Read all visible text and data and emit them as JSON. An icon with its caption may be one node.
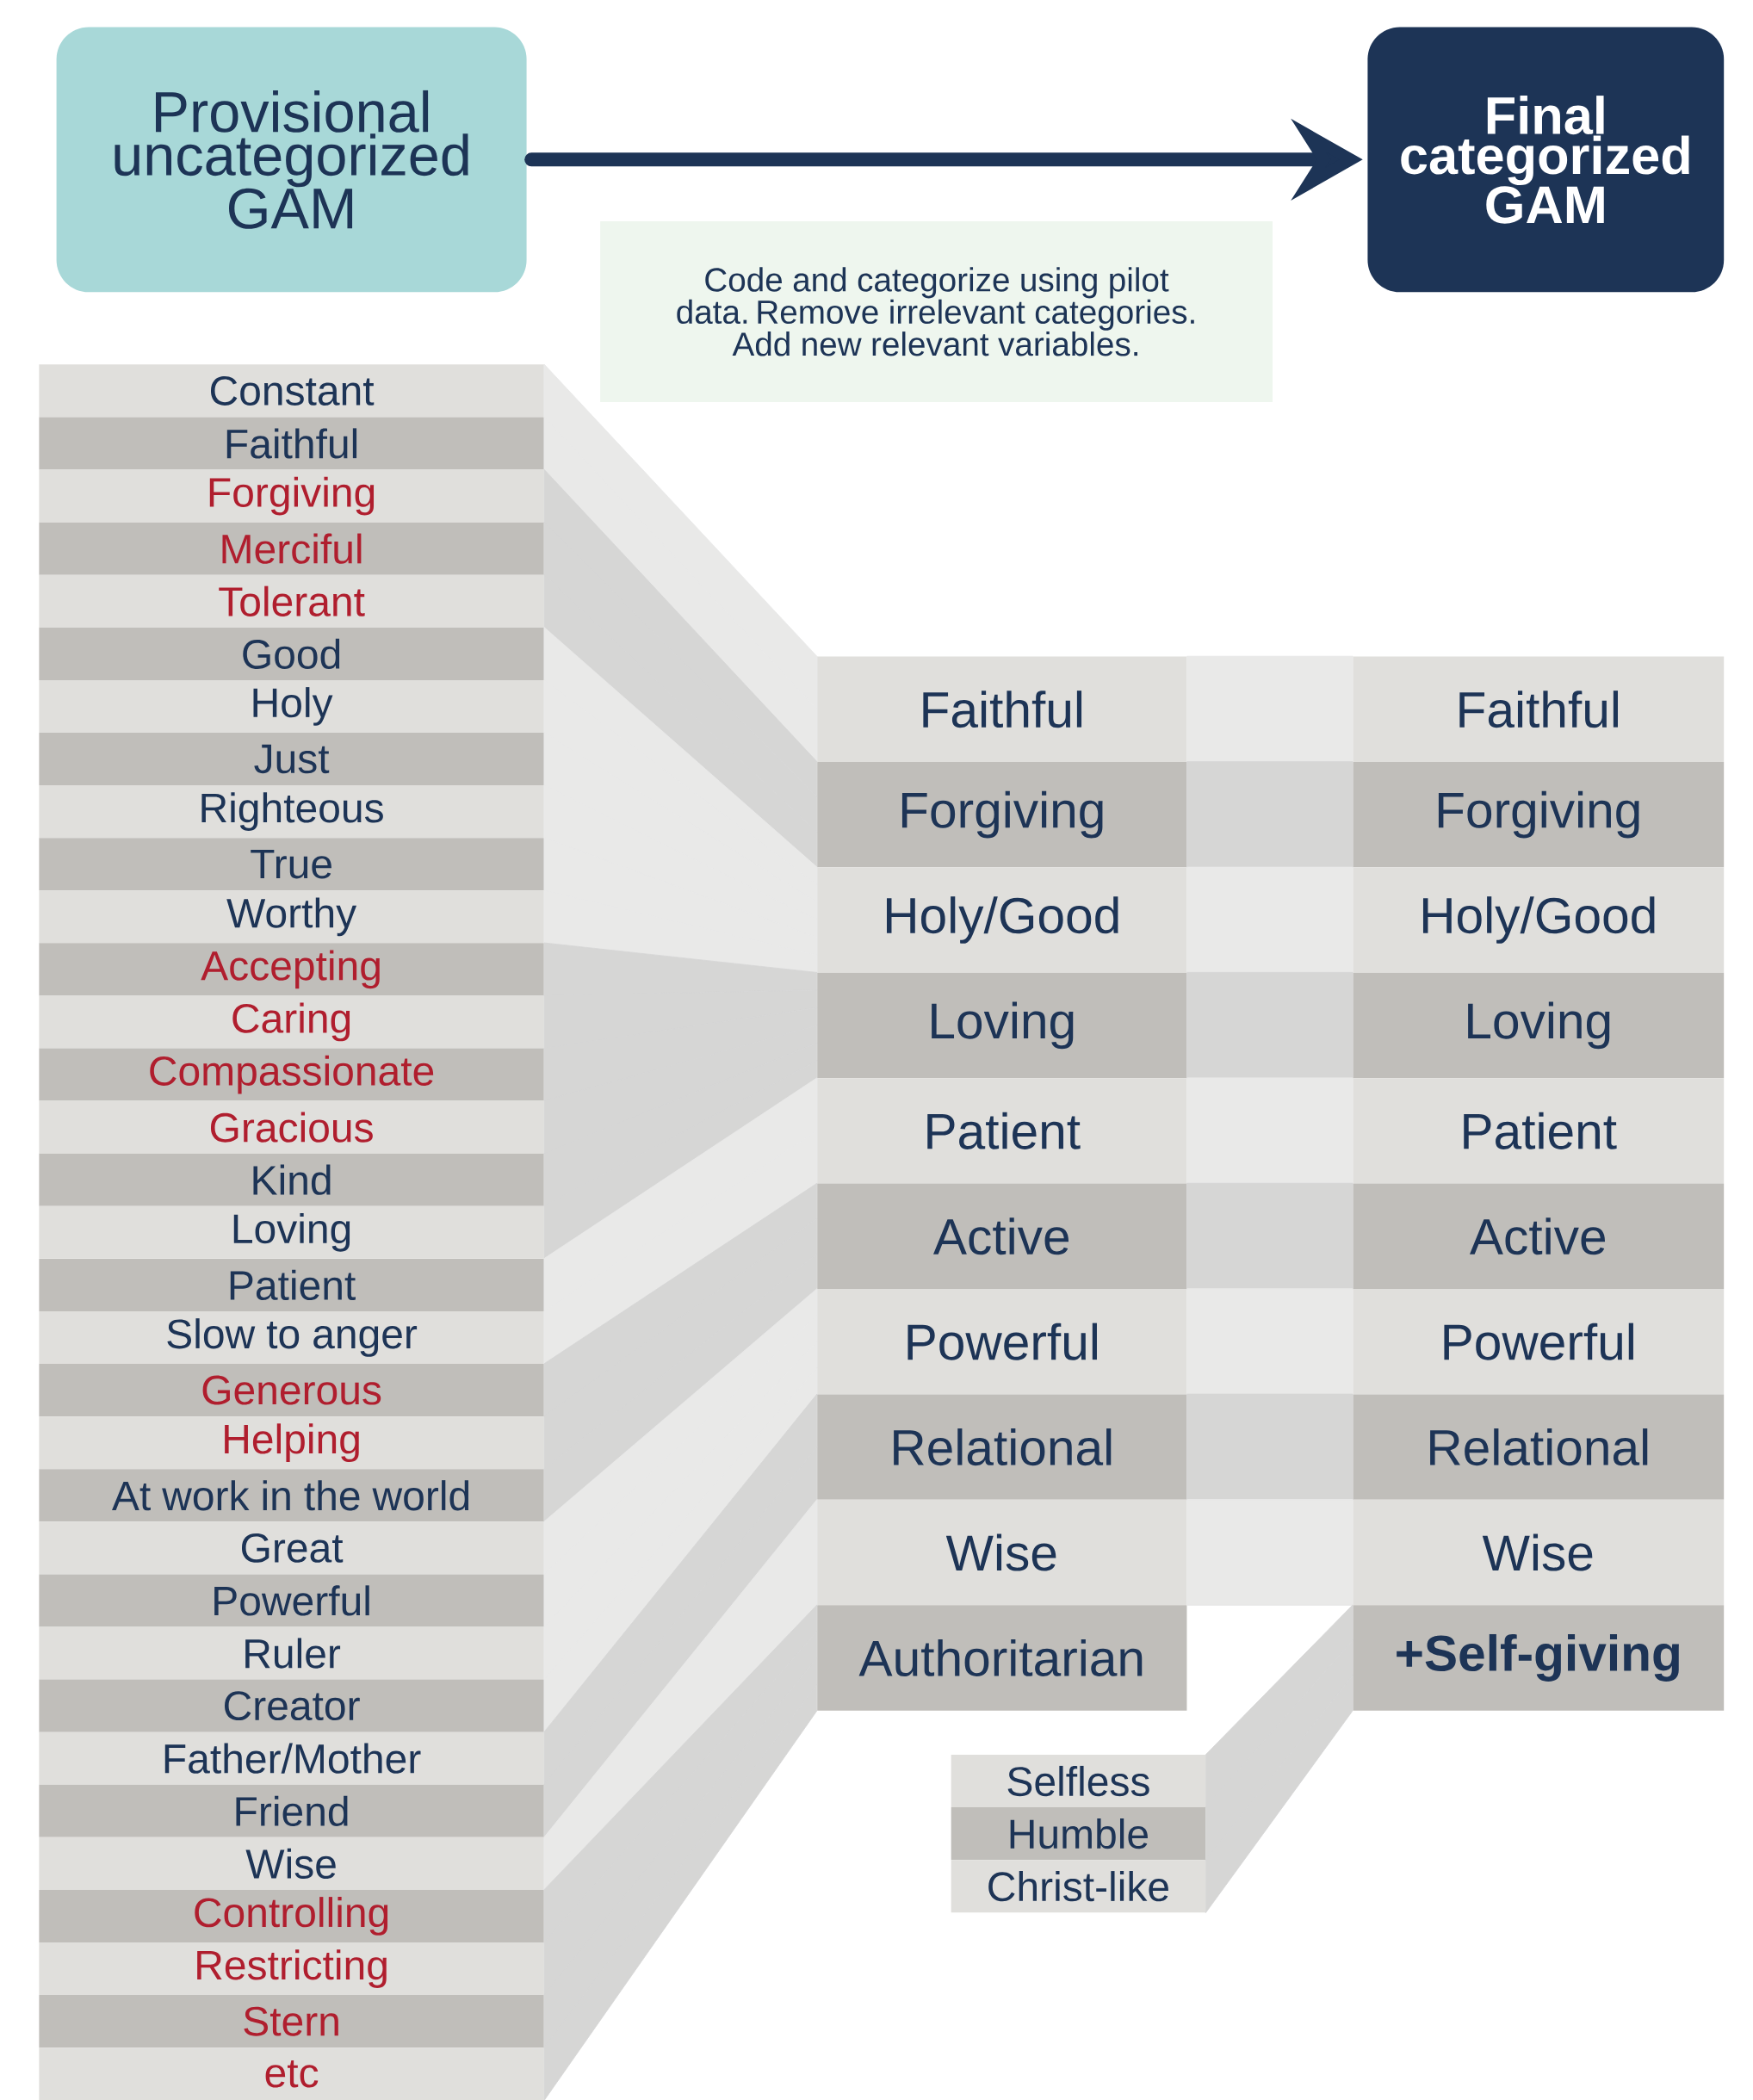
{
  "diagram": {
    "nodes": [
      {
        "text": [
          "Provisional uncategorized GAM"
        ]
      },
      {
        "text": [
          "Final categorized GAM"
        ]
      },
      {
        "text": [
          "Code and categorize using pilot data. Remove irrelevant categories. Add new relevant variables."
        ]
      },
      {
        "text": [
          "Constant"
        ]
      },
      {
        "text": [
          "Faithful"
        ]
      },
      {
        "text": [
          "Forgiving"
        ]
      },
      {
        "text": [
          "Merciful"
        ]
      },
      {
        "text": [
          "Tolerant"
        ]
      },
      {
        "text": [
          "Good"
        ]
      },
      {
        "text": [
          "Holy"
        ]
      },
      {
        "text": [
          "Just"
        ]
      },
      {
        "text": [
          "Righteous"
        ]
      },
      {
        "text": [
          "True"
        ]
      },
      {
        "text": [
          "Worthy"
        ]
      },
      {
        "text": [
          "Accepting"
        ]
      },
      {
        "text": [
          "Caring"
        ]
      },
      {
        "text": [
          "Compassionate"
        ]
      },
      {
        "text": [
          "Gracious"
        ]
      },
      {
        "text": [
          "Kind"
        ]
      },
      {
        "text": [
          "Loving"
        ]
      },
      {
        "text": [
          "Patient"
        ]
      },
      {
        "text": [
          "Slow to anger"
        ]
      },
      {
        "text": [
          "Generous"
        ]
      },
      {
        "text": [
          "Helping"
        ]
      },
      {
        "text": [
          "At work in the world"
        ]
      },
      {
        "text": [
          "Great"
        ]
      },
      {
        "text": [
          "Powerful"
        ]
      },
      {
        "text": [
          "Ruler"
        ]
      },
      {
        "text": [
          "Creator"
        ]
      },
      {
        "text": [
          "Father/Mother"
        ]
      },
      {
        "text": [
          "Friend"
        ]
      },
      {
        "text": [
          "Wise"
        ]
      },
      {
        "text": [
          "Controlling"
        ]
      },
      {
        "text": [
          "Restricting"
        ]
      },
      {
        "text": [
          "Stern"
        ]
      },
      {
        "text": [
          "etc"
        ]
      },
      {
        "text": [
          "Faithful"
        ]
      },
      {
        "text": [
          "Forgiving"
        ]
      },
      {
        "text": [
          "Holy/Good"
        ]
      },
      {
        "text": [
          "Loving"
        ]
      },
      {
        "text": [
          "Patient"
        ]
      },
      {
        "text": [
          "Active"
        ]
      },
      {
        "text": [
          "Powerful"
        ]
      },
      {
        "text": [
          "Relational"
        ]
      },
      {
        "text": [
          "Wise"
        ]
      },
      {
        "text": [
          "Authoritarian"
        ]
      },
      {
        "text": [
          "Faithful"
        ]
      },
      {
        "text": [
          "Forgiving"
        ]
      },
      {
        "text": [
          "Holy/Good"
        ]
      },
      {
        "text": [
          "Loving"
        ]
      },
      {
        "text": [
          "Patient"
        ]
      },
      {
        "text": [
          "Active"
        ]
      },
      {
        "text": [
          "Powerful"
        ]
      },
      {
        "text": [
          "Relational"
        ]
      },
      {
        "text": [
          "Wise"
        ]
      },
      {
        "text": [
          "+Self-giving"
        ]
      },
      {
        "text": [
          "Selfless"
        ]
      },
      {
        "text": [
          "Humble"
        ]
      },
      {
        "text": [
          "Christ-like"
        ]
      }
    ],
    "edges": [
      {
        "from": 0,
        "to": 1,
        "arrow": "to"
      },
      {
        "from": 3,
        "to": 36,
        "arrow": "none"
      },
      {
        "from": 4,
        "to": 36,
        "arrow": "none"
      },
      {
        "from": 5,
        "to": 37,
        "arrow": "none"
      },
      {
        "from": 6,
        "to": 37,
        "arrow": "none"
      },
      {
        "from": 7,
        "to": 37,
        "arrow": "none"
      },
      {
        "from": 8,
        "to": 38,
        "arrow": "none"
      },
      {
        "from": 9,
        "to": 38,
        "arrow": "none"
      },
      {
        "from": 10,
        "to": 38,
        "arrow": "none"
      },
      {
        "from": 11,
        "to": 38,
        "arrow": "none"
      },
      {
        "from": 12,
        "to": 38,
        "arrow": "none"
      },
      {
        "from": 13,
        "to": 38,
        "arrow": "none"
      },
      {
        "from": 14,
        "to": 39,
        "arrow": "none"
      },
      {
        "from": 15,
        "to": 39,
        "arrow": "none"
      },
      {
        "from": 16,
        "to": 39,
        "arrow": "none"
      },
      {
        "from": 17,
        "to": 39,
        "arrow": "none"
      },
      {
        "from": 18,
        "to": 39,
        "arrow": "none"
      },
      {
        "from": 19,
        "to": 39,
        "arrow": "none"
      },
      {
        "from": 20,
        "to": 40,
        "arrow": "none"
      },
      {
        "from": 21,
        "to": 40,
        "arrow": "none"
      },
      {
        "from": 22,
        "to": 41,
        "arrow": "none"
      },
      {
        "from": 23,
        "to": 41,
        "arrow": "none"
      },
      {
        "from": 24,
        "to": 41,
        "arrow": "none"
      },
      {
        "from": 25,
        "to": 42,
        "arrow": "none"
      },
      {
        "from": 26,
        "to": 42,
        "arrow": "none"
      },
      {
        "from": 27,
        "to": 42,
        "arrow": "none"
      },
      {
        "from": 28,
        "to": 42,
        "arrow": "none"
      },
      {
        "from": 29,
        "to": 43,
        "arrow": "none"
      },
      {
        "from": 30,
        "to": 43,
        "arrow": "none"
      },
      {
        "from": 31,
        "to": 44,
        "arrow": "none"
      },
      {
        "from": 32,
        "to": 45,
        "arrow": "none"
      },
      {
        "from": 33,
        "to": 45,
        "arrow": "none"
      },
      {
        "from": 34,
        "to": 45,
        "arrow": "none"
      },
      {
        "from": 35,
        "to": 45,
        "arrow": "none"
      },
      {
        "from": 36,
        "to": 46,
        "arrow": "none"
      },
      {
        "from": 37,
        "to": 47,
        "arrow": "none"
      },
      {
        "from": 38,
        "to": 48,
        "arrow": "none"
      },
      {
        "from": 39,
        "to": 49,
        "arrow": "none"
      },
      {
        "from": 40,
        "to": 50,
        "arrow": "none"
      },
      {
        "from": 41,
        "to": 51,
        "arrow": "none"
      },
      {
        "from": 42,
        "to": 52,
        "arrow": "none"
      },
      {
        "from": 43,
        "to": 53,
        "arrow": "none"
      },
      {
        "from": 44,
        "to": 54,
        "arrow": "none"
      },
      {
        "from": 56,
        "to": 55,
        "arrow": "none"
      },
      {
        "from": 57,
        "to": 55,
        "arrow": "none"
      },
      {
        "from": 58,
        "to": 55,
        "arrow": "none"
      }
    ]
  }
}
